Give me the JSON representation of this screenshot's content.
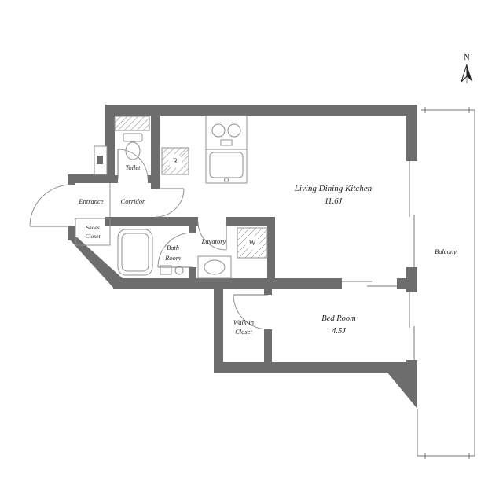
{
  "colors": {
    "wall": "#6d6d6d",
    "line": "#909090",
    "text": "#1f1f1f"
  },
  "compass": {
    "label": "N"
  },
  "labels": {
    "ldk": {
      "name": "Living Dining Kitchen",
      "size": "11.6J"
    },
    "bedroom": {
      "name": "Bed Room",
      "size": "4.5J"
    },
    "balcony": {
      "name": "Balcony"
    },
    "walk_in_closet": {
      "line1": "Walk-in",
      "line2": "Closet"
    },
    "bath": {
      "line1": "Bath",
      "line2": "Room"
    },
    "lavatory": {
      "name": "Lavatory"
    },
    "toilet": {
      "name": "Toilet"
    },
    "corridor": {
      "name": "Corridor"
    },
    "entrance": {
      "name": "Entrance"
    },
    "shoes_closet": {
      "line1": "Shoes",
      "line2": "Closet"
    },
    "refrigerator": {
      "abbr": "R"
    },
    "washer": {
      "abbr": "W"
    }
  }
}
